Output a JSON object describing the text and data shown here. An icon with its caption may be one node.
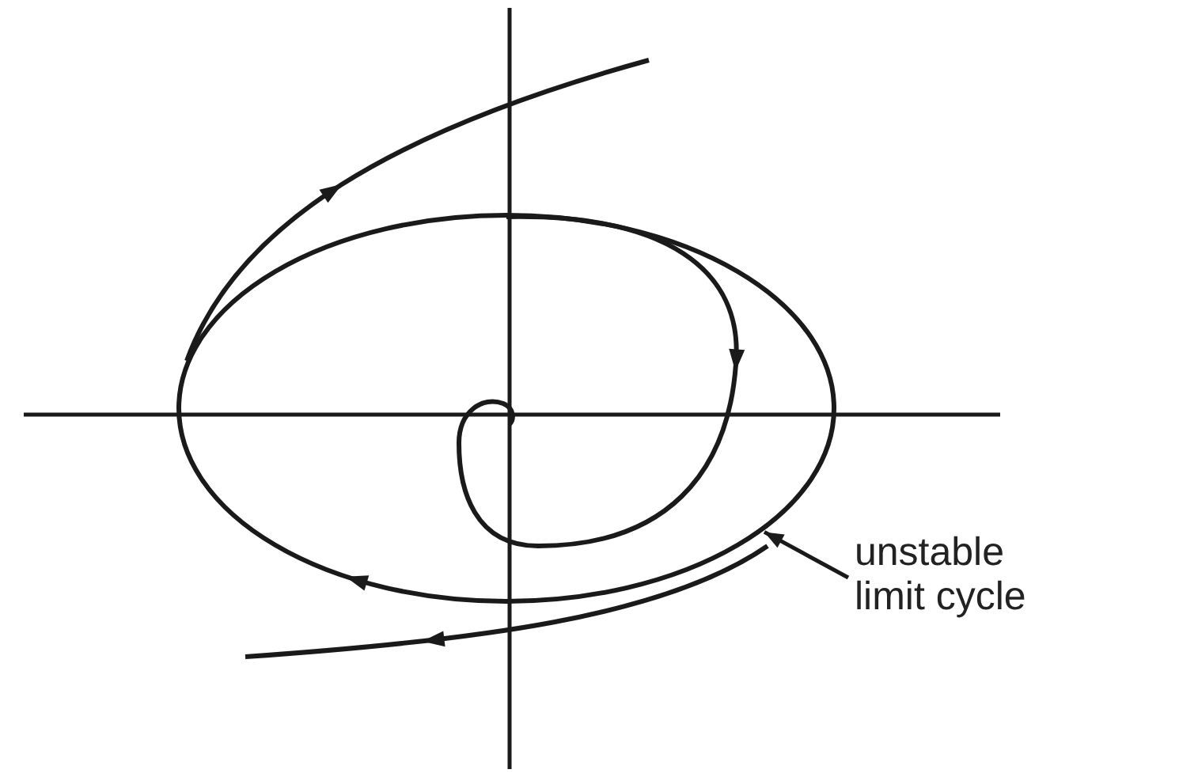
{
  "diagram": {
    "nodes": [
      {
        "text": [
          "unstable limit cycle"
        ]
      },
      {
        "text": [],
        "shape": "circle"
      }
    ],
    "edges": [
      {
        "from": 0,
        "to": 1,
        "arrow": "to"
      }
    ]
  }
}
